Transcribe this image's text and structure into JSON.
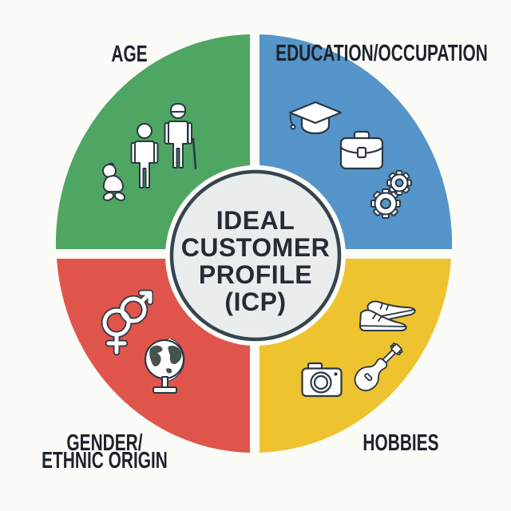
{
  "diagram": {
    "background_color": "#FBFBF8",
    "center": {
      "lines": [
        "IDEAL",
        "CUSTOMER",
        "PROFILE",
        "(ICP)"
      ],
      "fill": "#E9EDEC",
      "border_color": "#36444D",
      "ring_color": "#FFFFFF",
      "text_color": "#262C33"
    },
    "quadrants": [
      {
        "position": "top-left",
        "label": "AGE",
        "color": "#4EA662",
        "icons": [
          "baby-icon",
          "adult-icon",
          "elderly-person-icon"
        ]
      },
      {
        "position": "top-right",
        "label": "EDUCATION/OCCUPATION",
        "color": "#5595C9",
        "icons": [
          "graduation-cap-icon",
          "briefcase-icon",
          "gears-icon"
        ]
      },
      {
        "position": "bottom-left",
        "label": "GENDER/ETHNIC ORIGIN",
        "label_lines": [
          "GENDER/",
          "ETHNIC ORIGIN"
        ],
        "color": "#E0554B",
        "icons": [
          "gender-symbols-icon",
          "globe-icon"
        ]
      },
      {
        "position": "bottom-right",
        "label": "HOBBIES",
        "color": "#EEC330",
        "icons": [
          "sneakers-icon",
          "camera-icon",
          "guitar-icon"
        ]
      }
    ],
    "icon_style": {
      "fill": "#FFFFFF",
      "stroke": "#2B3744"
    },
    "text_color": "#1C232B"
  }
}
